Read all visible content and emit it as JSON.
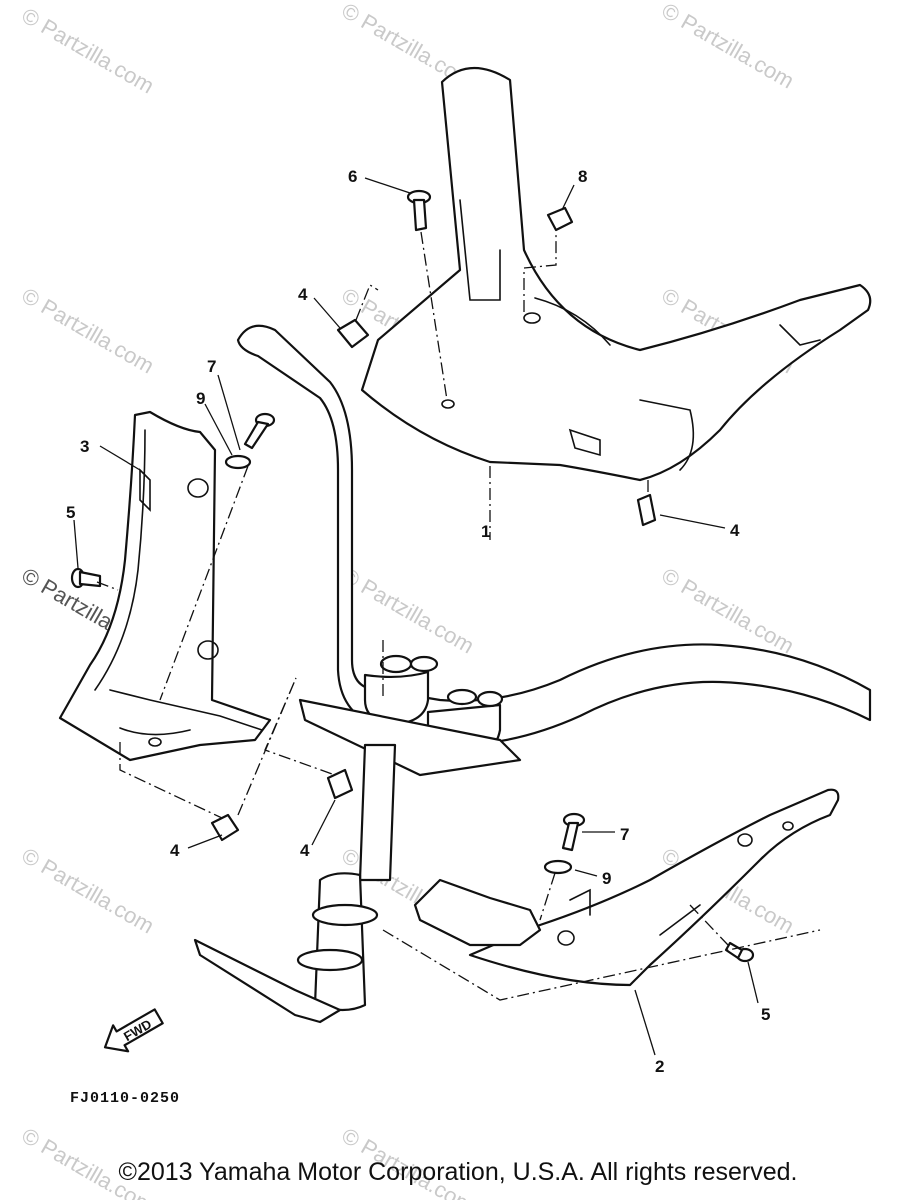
{
  "watermark": {
    "text": "© Partzilla.com"
  },
  "callouts": [
    "6",
    "8",
    "4",
    "7",
    "9",
    "3",
    "5",
    "1",
    "4",
    "4",
    "4",
    "7",
    "9",
    "5",
    "2"
  ],
  "fwd_label": "FWD",
  "diagram_code": "FJ0110-0250",
  "copyright": "©2013  Yamaha Motor Corporation, U.S.A. All rights reserved."
}
